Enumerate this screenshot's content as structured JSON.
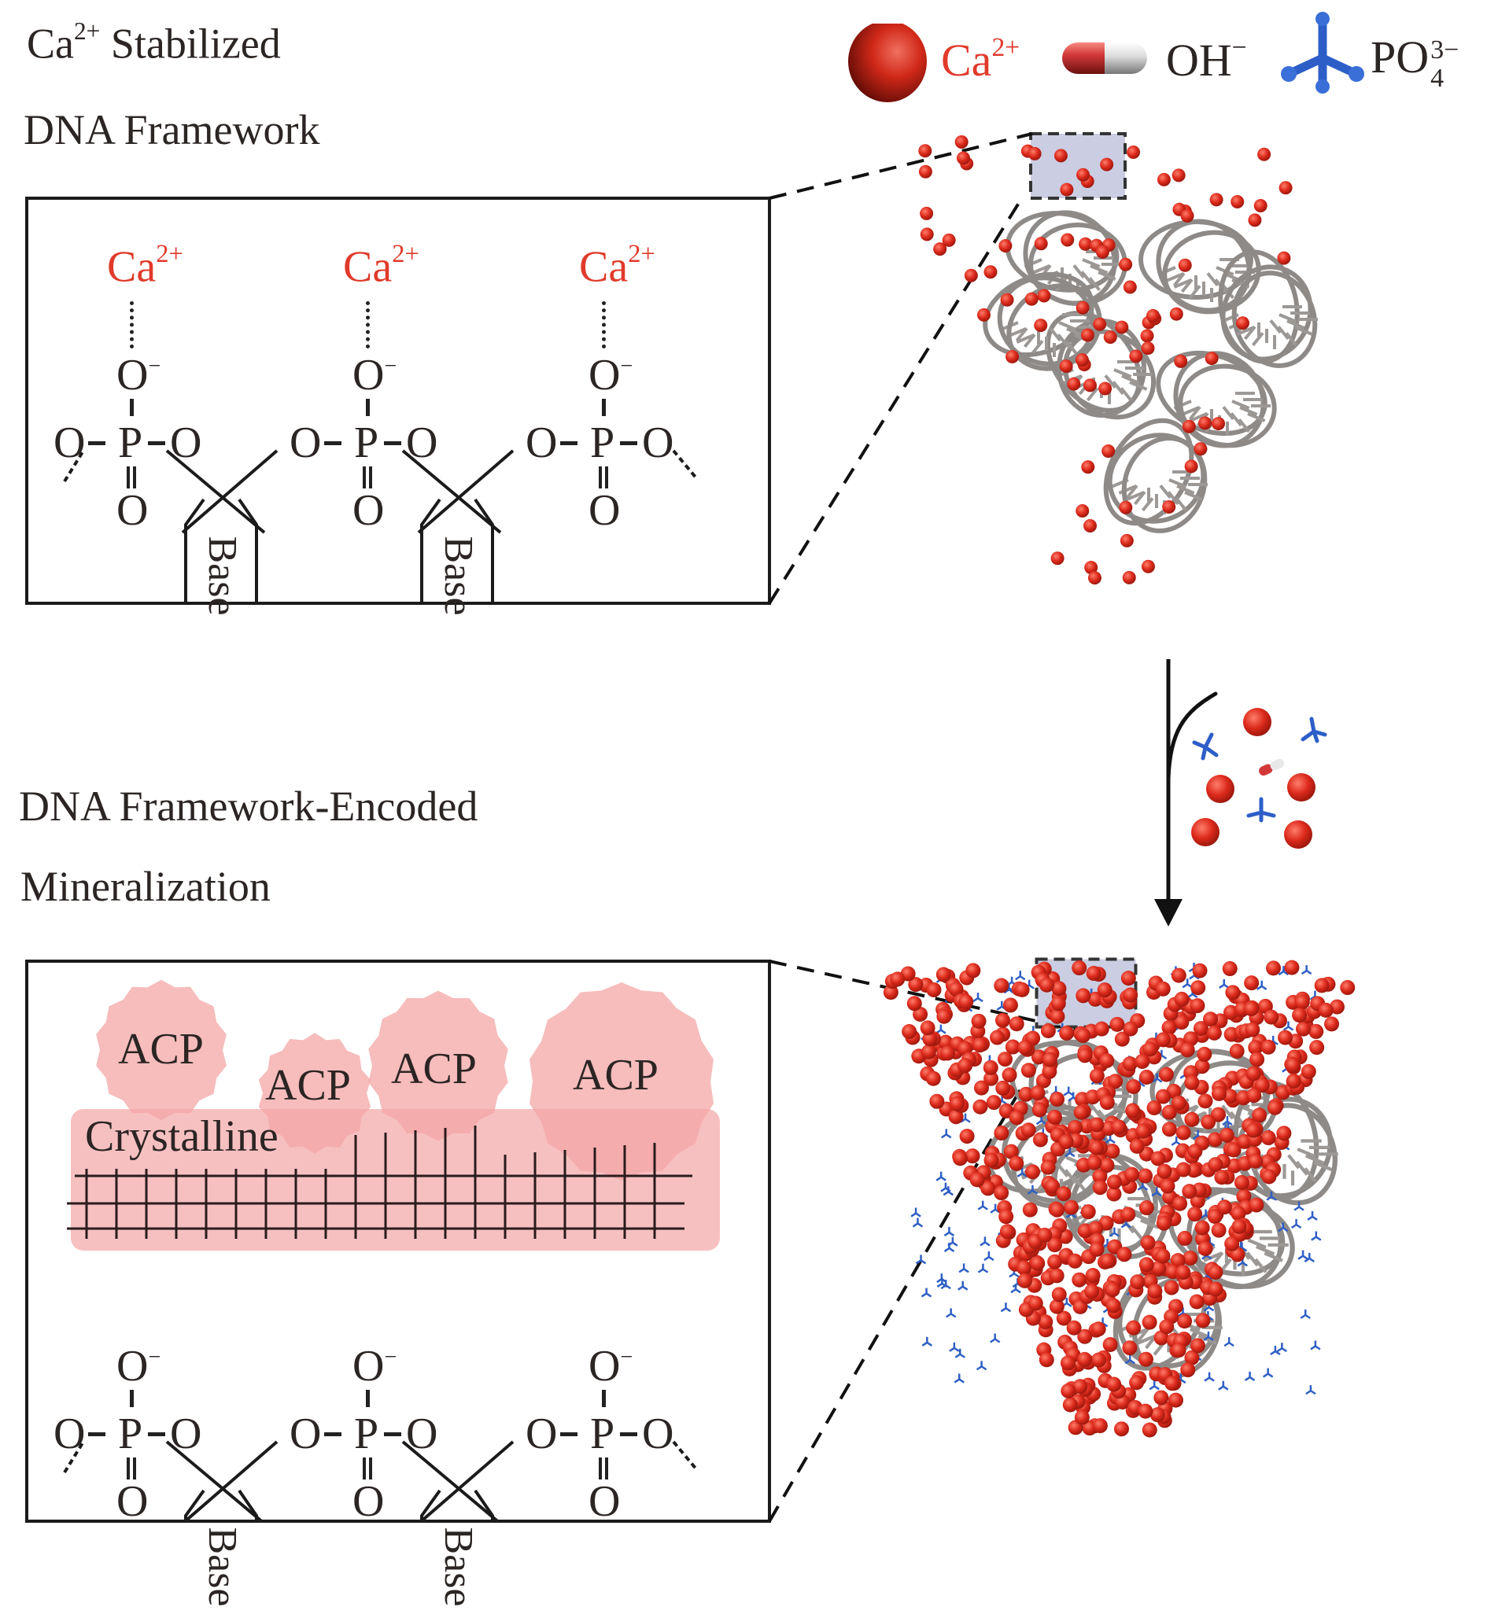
{
  "colors": {
    "calcium": "#d8281c",
    "calcium_text": "#e03a2a",
    "phosphate": "#2f5fc4",
    "dna_strand": "#8e8a88",
    "highlight_box": "#c3c6de",
    "acp_fill": "#f4a6a6",
    "crystalline_fill": "#f6b5b5",
    "text": "#2b2523"
  },
  "panel_top": {
    "title_line1_pre": "Ca",
    "title_line1_sup": "2+",
    "title_line1_post": " Stabilized",
    "title_line2": "DNA Framework",
    "calcium_labels": [
      {
        "base": "Ca",
        "sup": "2+"
      },
      {
        "base": "Ca",
        "sup": "2+"
      },
      {
        "base": "Ca",
        "sup": "2+"
      }
    ],
    "oxygen_minus_label": "O",
    "minus_sign": "−",
    "phosphorus_label": "P",
    "oxygen_label": "O",
    "base_labels": [
      "Base",
      "Base"
    ]
  },
  "legend": {
    "items": [
      {
        "icon": "calcium-sphere-icon",
        "label": "Ca",
        "sup": "2+",
        "sub": ""
      },
      {
        "icon": "hydroxide-capsule-icon",
        "label": "OH",
        "sup": "−",
        "sub": ""
      },
      {
        "icon": "phosphate-tetrahedron-icon",
        "label": "PO",
        "sup": "3−",
        "sub": "4"
      }
    ]
  },
  "panel_bottom": {
    "title_line1": "DNA Framework-Encoded",
    "title_line2": "Mineralization",
    "acp_labels": [
      "ACP",
      "ACP",
      "ACP",
      "ACP"
    ],
    "crystalline_label": "Crystalline",
    "oxygen_minus_label": "O",
    "minus_sign": "−",
    "phosphorus_label": "P",
    "oxygen_label": "O",
    "base_labels": [
      "Base",
      "Base"
    ]
  },
  "arrow": {
    "direction": "down",
    "added_species": [
      "Ca2+",
      "OH-",
      "PO4 3-"
    ]
  }
}
